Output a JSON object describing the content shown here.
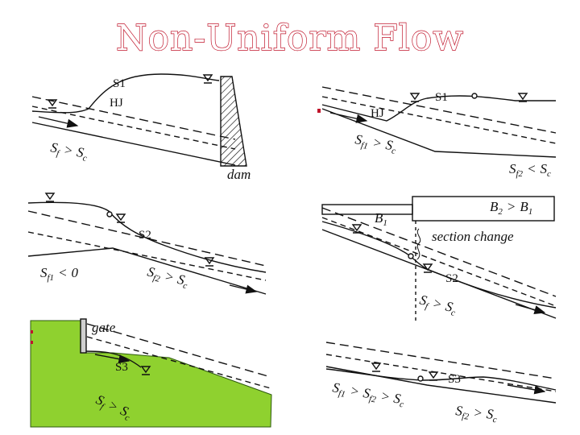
{
  "title": "Non-Uniform Flow",
  "colors": {
    "title_outline": "#c0152b",
    "gate_fill": "#8fd12f",
    "line": "#111111"
  },
  "panels": [
    {
      "id": "dam",
      "profile": "S1",
      "hydraulic_jump": "HJ",
      "slope": "Sf > Sc",
      "structure": "dam"
    },
    {
      "id": "slope-break",
      "hydraulic_jump": "HJ",
      "profile": "S1",
      "slope_upstream": "Sf1 > Sc",
      "slope_downstream": "Sf2 < Sc"
    },
    {
      "id": "adverse-to-steep",
      "profile": "S2",
      "slope_upstream": "Sf1 < 0",
      "slope_downstream": "Sf2 > Sc"
    },
    {
      "id": "width-change",
      "width_relation": "B2 > B1",
      "upstream_width": "B1",
      "note": "section change",
      "profile": "S2",
      "slope": "Sf > Sc"
    },
    {
      "id": "gate",
      "structure": "gate",
      "profile": "S3",
      "slope": "Sf > Sc"
    },
    {
      "id": "steep-to-steep",
      "profile": "S3",
      "slope_upstream": "Sf1 > Sf2 > Sc",
      "slope_downstream": "Sf2 > Sc"
    }
  ],
  "text": {
    "p1_s1": "S1",
    "p1_hj": "HJ",
    "p1_slope": "S",
    "p1_slope_sub": "f",
    "p1_rel": ">",
    "p1_sc": "S",
    "p1_sc_sub": "c",
    "p1_dam": "dam",
    "p2_hj": "HJ",
    "p2_s1": "S1",
    "p2_sf1": "S",
    "p2_sf1_sub": "f1",
    "p2_rel1": ">",
    "p2_sc1": "S",
    "p2_sc1_sub": "c",
    "p2_sf2": "S",
    "p2_sf2_sub": "f2",
    "p2_rel2": "<",
    "p2_sc2": "S",
    "p2_sc2_sub": "c",
    "p3_s2": "S2",
    "p3_sf1": "S",
    "p3_sf1_sub": "f1",
    "p3_rel1": "<",
    "p3_zero": "0",
    "p3_sf2": "S",
    "p3_sf2_sub": "f2",
    "p3_rel2": ">",
    "p3_sc": "S",
    "p3_sc_sub": "c",
    "p4_b2": "B",
    "p4_b2_sub": "2",
    "p4_rel": ">",
    "p4_b1": "B",
    "p4_b1_sub": "1",
    "p4_b1_left": "B",
    "p4_b1_left_sub": "1",
    "p4_note": "section change",
    "p4_s2": "S2",
    "p4_sf": "S",
    "p4_sf_sub": "f",
    "p4_rel2": ">",
    "p4_sc": "S",
    "p4_sc_sub": "c",
    "p5_gate": "gate",
    "p5_s3": "S3",
    "p5_sf": "S",
    "p5_sf_sub": "f",
    "p5_rel": ">",
    "p5_sc": "S",
    "p5_sc_sub": "c",
    "p6_s3": "S3",
    "p6_sf1": "S",
    "p6_sf1_sub": "f1",
    "p6_rel1": ">",
    "p6_sf2a": "S",
    "p6_sf2a_sub": "f2",
    "p6_rel2": ">",
    "p6_sca": "S",
    "p6_sca_sub": "c",
    "p6_sf2b": "S",
    "p6_sf2b_sub": "f2",
    "p6_rel3": ">",
    "p6_scb": "S",
    "p6_scb_sub": "c"
  }
}
